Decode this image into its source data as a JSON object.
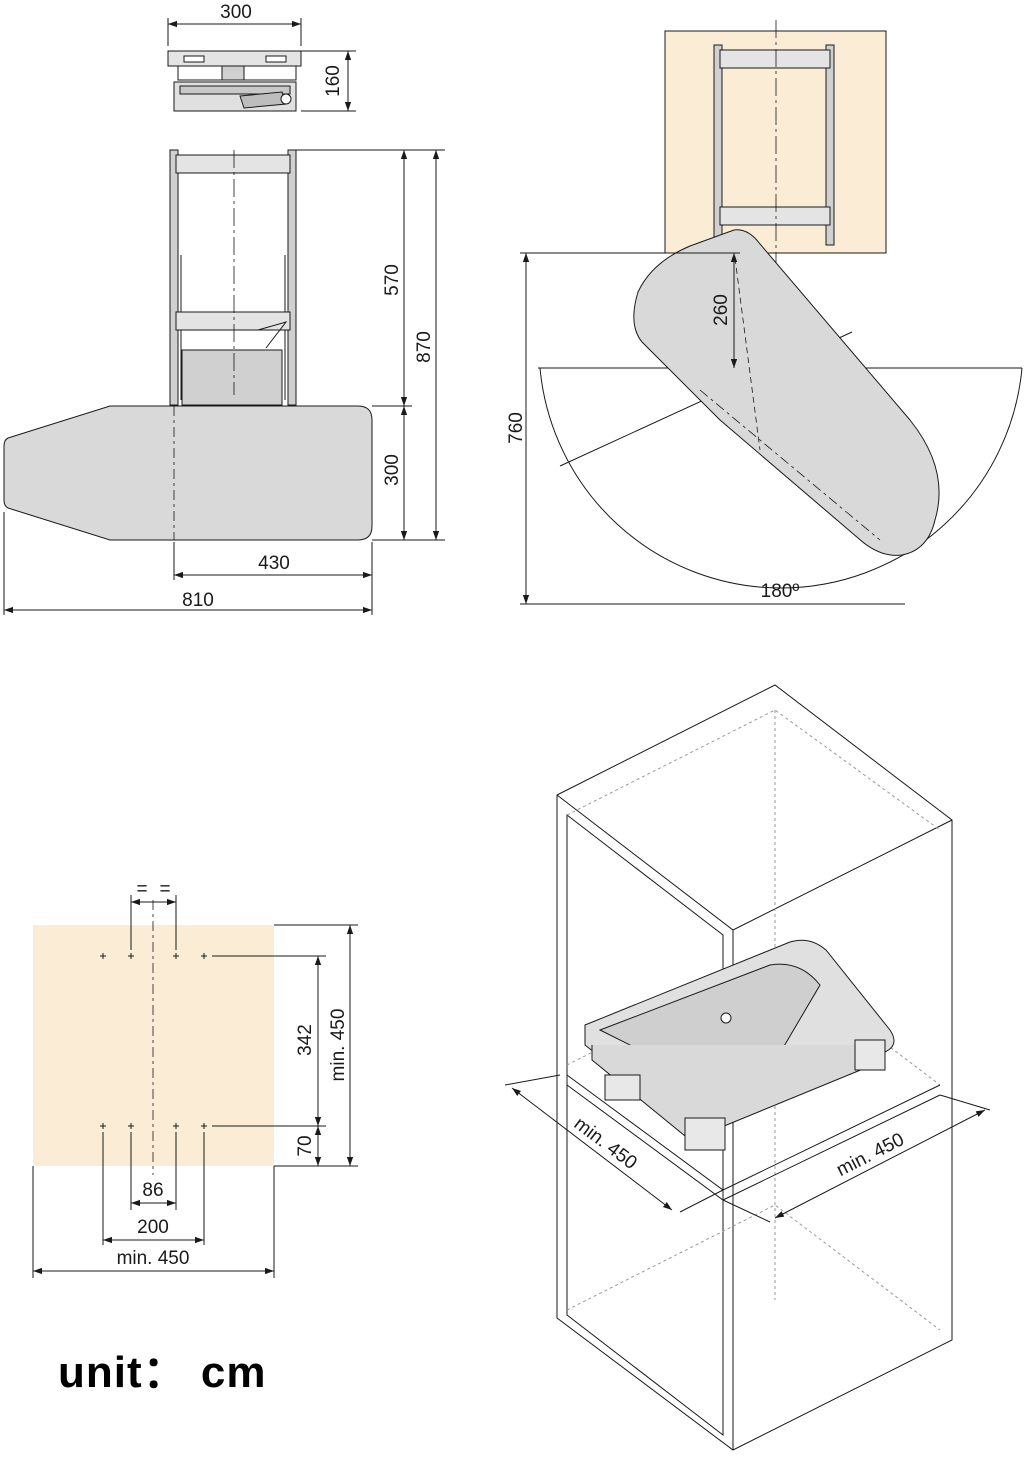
{
  "colors": {
    "line": "#1a1a1a",
    "board_fill": "#d9d9d9",
    "wood_fill": "#fbecd5",
    "frame_fill": "#e4e4e4",
    "dotted": "#999999"
  },
  "top_view": {
    "width_label": "300",
    "height_label": "160"
  },
  "side_view": {
    "rail_length_label": "570",
    "board_width_label": "300",
    "total_depth_label": "870",
    "offset_label": "430",
    "board_length_label": "810"
  },
  "swivel_view": {
    "pivot_label": "260",
    "reach_label": "760",
    "angle_label": "180º"
  },
  "mounting_plate": {
    "equal_left": "=",
    "equal_right": "=",
    "hole_spacing_v": "342",
    "bottom_offset": "70",
    "min_height": "min. 450",
    "inner_spacing": "86",
    "outer_spacing": "200",
    "min_width": "min. 450"
  },
  "cabinet_view": {
    "min_depth": "min. 450",
    "min_width": "min. 450"
  },
  "unit_label": "unit： cm"
}
